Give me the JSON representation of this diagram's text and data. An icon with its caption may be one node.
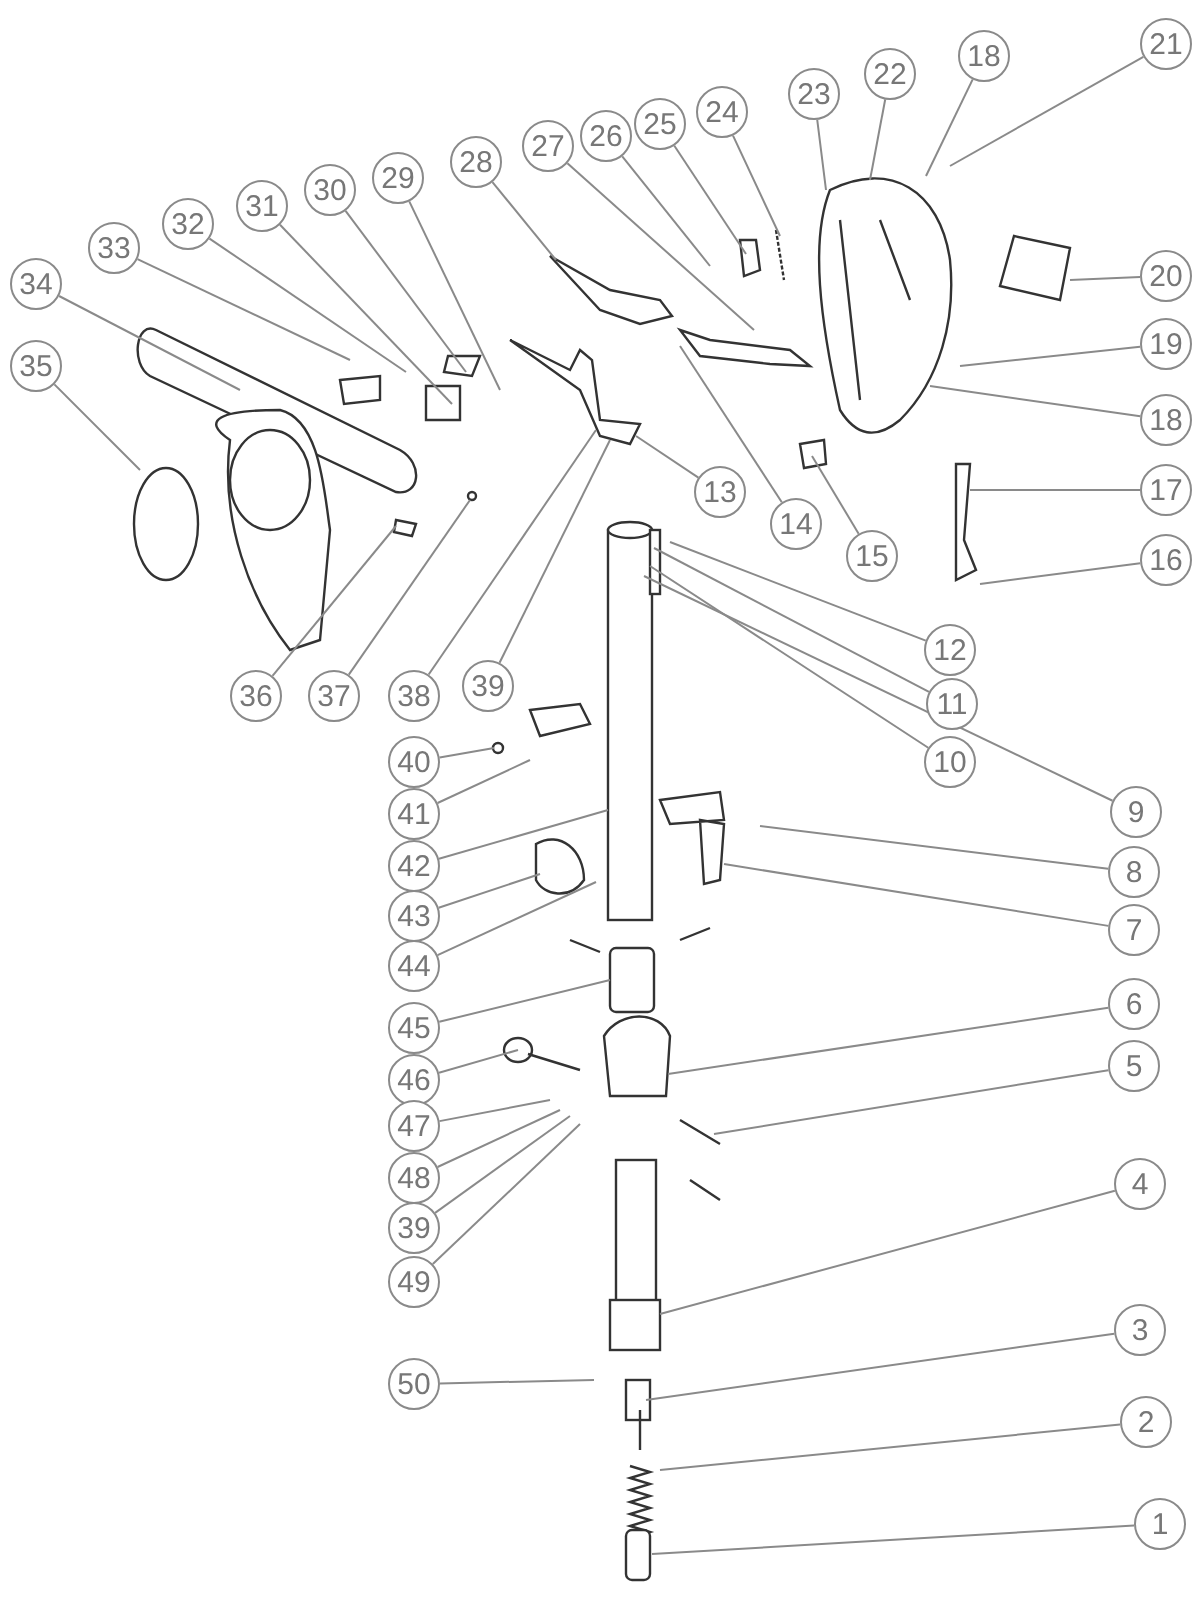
{
  "diagram": {
    "nodes": [
      {
        "text": [
          "1"
        ]
      },
      {
        "text": [
          "2"
        ]
      },
      {
        "text": [
          "3"
        ]
      },
      {
        "text": [
          "4"
        ]
      },
      {
        "text": [
          "5"
        ]
      },
      {
        "text": [
          "6"
        ]
      },
      {
        "text": [
          "7"
        ]
      },
      {
        "text": [
          "8"
        ]
      },
      {
        "text": [
          "9"
        ]
      },
      {
        "text": [
          "10"
        ]
      },
      {
        "text": [
          "11"
        ]
      },
      {
        "text": [
          "12"
        ]
      },
      {
        "text": [
          "13"
        ]
      },
      {
        "text": [
          "14"
        ]
      },
      {
        "text": [
          "15"
        ]
      },
      {
        "text": [
          "16"
        ]
      },
      {
        "text": [
          "17"
        ]
      },
      {
        "text": [
          "18"
        ]
      },
      {
        "text": [
          "19"
        ]
      },
      {
        "text": [
          "20"
        ]
      },
      {
        "text": [
          "21"
        ]
      },
      {
        "text": [
          "18"
        ]
      },
      {
        "text": [
          "22"
        ]
      },
      {
        "text": [
          "23"
        ]
      },
      {
        "text": [
          "24"
        ]
      },
      {
        "text": [
          "25"
        ]
      },
      {
        "text": [
          "26"
        ]
      },
      {
        "text": [
          "27"
        ]
      },
      {
        "text": [
          "28"
        ]
      },
      {
        "text": [
          "29"
        ]
      },
      {
        "text": [
          "30"
        ]
      },
      {
        "text": [
          "31"
        ]
      },
      {
        "text": [
          "32"
        ]
      },
      {
        "text": [
          "33"
        ]
      },
      {
        "text": [
          "34"
        ]
      },
      {
        "text": [
          "35"
        ]
      },
      {
        "text": [
          "36"
        ]
      },
      {
        "text": [
          "37"
        ]
      },
      {
        "text": [
          "38"
        ]
      },
      {
        "text": [
          "39"
        ]
      },
      {
        "text": [
          "40"
        ]
      },
      {
        "text": [
          "41"
        ]
      },
      {
        "text": [
          "42"
        ]
      },
      {
        "text": [
          "43"
        ]
      },
      {
        "text": [
          "44"
        ]
      },
      {
        "text": [
          "45"
        ]
      },
      {
        "text": [
          "46"
        ]
      },
      {
        "text": [
          "47"
        ]
      },
      {
        "text": [
          "48"
        ]
      },
      {
        "text": [
          "39"
        ]
      },
      {
        "text": [
          "49"
        ]
      },
      {
        "text": [
          "50"
        ]
      }
    ],
    "edges": [
      {
        "from": 0,
        "to": null,
        "arrow": "none"
      },
      {
        "from": 1,
        "to": null,
        "arrow": "none"
      },
      {
        "from": 2,
        "to": null,
        "arrow": "none"
      },
      {
        "from": 3,
        "to": null,
        "arrow": "none"
      },
      {
        "from": 4,
        "to": null,
        "arrow": "none"
      },
      {
        "from": 5,
        "to": null,
        "arrow": "none"
      },
      {
        "from": 6,
        "to": null,
        "arrow": "none"
      },
      {
        "from": 7,
        "to": null,
        "arrow": "none"
      },
      {
        "from": 8,
        "to": null,
        "arrow": "none"
      },
      {
        "from": 9,
        "to": null,
        "arrow": "none"
      },
      {
        "from": 10,
        "to": null,
        "arrow": "none"
      },
      {
        "from": 11,
        "to": null,
        "arrow": "none"
      },
      {
        "from": 12,
        "to": null,
        "arrow": "none"
      },
      {
        "from": 13,
        "to": null,
        "arrow": "none"
      },
      {
        "from": 14,
        "to": null,
        "arrow": "none"
      },
      {
        "from": 15,
        "to": null,
        "arrow": "none"
      },
      {
        "from": 16,
        "to": null,
        "arrow": "none"
      },
      {
        "from": 17,
        "to": null,
        "arrow": "none"
      },
      {
        "from": 18,
        "to": null,
        "arrow": "none"
      },
      {
        "from": 19,
        "to": null,
        "arrow": "none"
      },
      {
        "from": 20,
        "to": null,
        "arrow": "none"
      },
      {
        "from": 21,
        "to": null,
        "arrow": "none"
      },
      {
        "from": 22,
        "to": null,
        "arrow": "none"
      },
      {
        "from": 23,
        "to": null,
        "arrow": "none"
      },
      {
        "from": 24,
        "to": null,
        "arrow": "none"
      },
      {
        "from": 25,
        "to": null,
        "arrow": "none"
      },
      {
        "from": 26,
        "to": null,
        "arrow": "none"
      },
      {
        "from": 27,
        "to": null,
        "arrow": "none"
      },
      {
        "from": 28,
        "to": null,
        "arrow": "none"
      },
      {
        "from": 29,
        "to": null,
        "arrow": "none"
      },
      {
        "from": 30,
        "to": null,
        "arrow": "none"
      },
      {
        "from": 31,
        "to": null,
        "arrow": "none"
      },
      {
        "from": 32,
        "to": null,
        "arrow": "none"
      },
      {
        "from": 33,
        "to": null,
        "arrow": "none"
      },
      {
        "from": 34,
        "to": null,
        "arrow": "none"
      },
      {
        "from": 35,
        "to": null,
        "arrow": "none"
      },
      {
        "from": 36,
        "to": null,
        "arrow": "none"
      },
      {
        "from": 37,
        "to": null,
        "arrow": "none"
      },
      {
        "from": 38,
        "to": null,
        "arrow": "none"
      },
      {
        "from": 39,
        "to": null,
        "arrow": "none"
      },
      {
        "from": 40,
        "to": null,
        "arrow": "none"
      },
      {
        "from": 41,
        "to": null,
        "arrow": "none"
      },
      {
        "from": 42,
        "to": null,
        "arrow": "none"
      },
      {
        "from": 43,
        "to": null,
        "arrow": "none"
      },
      {
        "from": 44,
        "to": null,
        "arrow": "none"
      },
      {
        "from": 45,
        "to": null,
        "arrow": "none"
      },
      {
        "from": 46,
        "to": null,
        "arrow": "none"
      },
      {
        "from": 47,
        "to": null,
        "arrow": "none"
      },
      {
        "from": 48,
        "to": null,
        "arrow": "none"
      },
      {
        "from": 49,
        "to": null,
        "arrow": "none"
      },
      {
        "from": 50,
        "to": null,
        "arrow": "none"
      },
      {
        "from": 51,
        "to": null,
        "arrow": "none"
      }
    ]
  }
}
